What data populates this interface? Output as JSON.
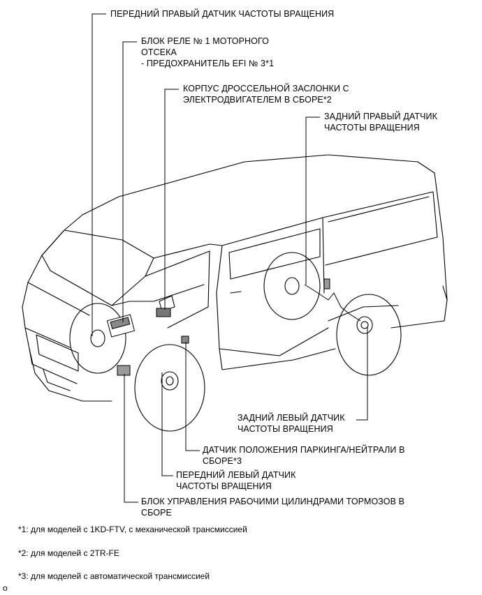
{
  "callouts": {
    "front_right_sensor": "ПЕРЕДНИЙ ПРАВЫЙ ДАТЧИК ЧАСТОТЫ ВРАЩЕНИЯ",
    "relay_block_line1": "БЛОК РЕЛЕ № 1 МОТОРНОГО",
    "relay_block_line2": "ОТСЕКА",
    "relay_block_line3": "- ПРЕДОХРАНИТЕЛЬ EFI № 3*1",
    "throttle_body_line1": "КОРПУС ДРОССЕЛЬНОЙ ЗАСЛОНКИ С",
    "throttle_body_line2": "ЭЛЕКТРОДВИГАТЕЛЕМ В СБОРЕ*2",
    "rear_right_sensor_line1": "ЗАДНИЙ ПРАВЫЙ ДАТЧИК",
    "rear_right_sensor_line2": "ЧАСТОТЫ ВРАЩЕНИЯ",
    "rear_left_sensor_line1": "ЗАДНИЙ ЛЕВЫЙ ДАТЧИК",
    "rear_left_sensor_line2": "ЧАСТОТЫ ВРАЩЕНИЯ",
    "park_neutral_line1": "ДАТЧИК ПОЛОЖЕНИЯ ПАРКИНГА/НЕЙТРАЛИ В",
    "park_neutral_line2": "СБОРЕ*3",
    "front_left_sensor_line1": "ПЕРЕДНИЙ ЛЕВЫЙ ДАТЧИК",
    "front_left_sensor_line2": "ЧАСТОТЫ ВРАЩЕНИЯ",
    "brake_actuator_line1": "БЛОК УПРАВЛЕНИЯ РАБОЧИМИ ЦИЛИНДРАМИ ТОРМОЗОВ В",
    "brake_actuator_line2": "СБОРЕ"
  },
  "footnotes": {
    "note1": "*1: для моделей с 1KD-FTV, с механической трансмиссией",
    "note2": "*2: для моделей с 2TR-FE",
    "note3": "*3: для моделей с автоматической трансмиссией"
  },
  "corner_mark": "o"
}
